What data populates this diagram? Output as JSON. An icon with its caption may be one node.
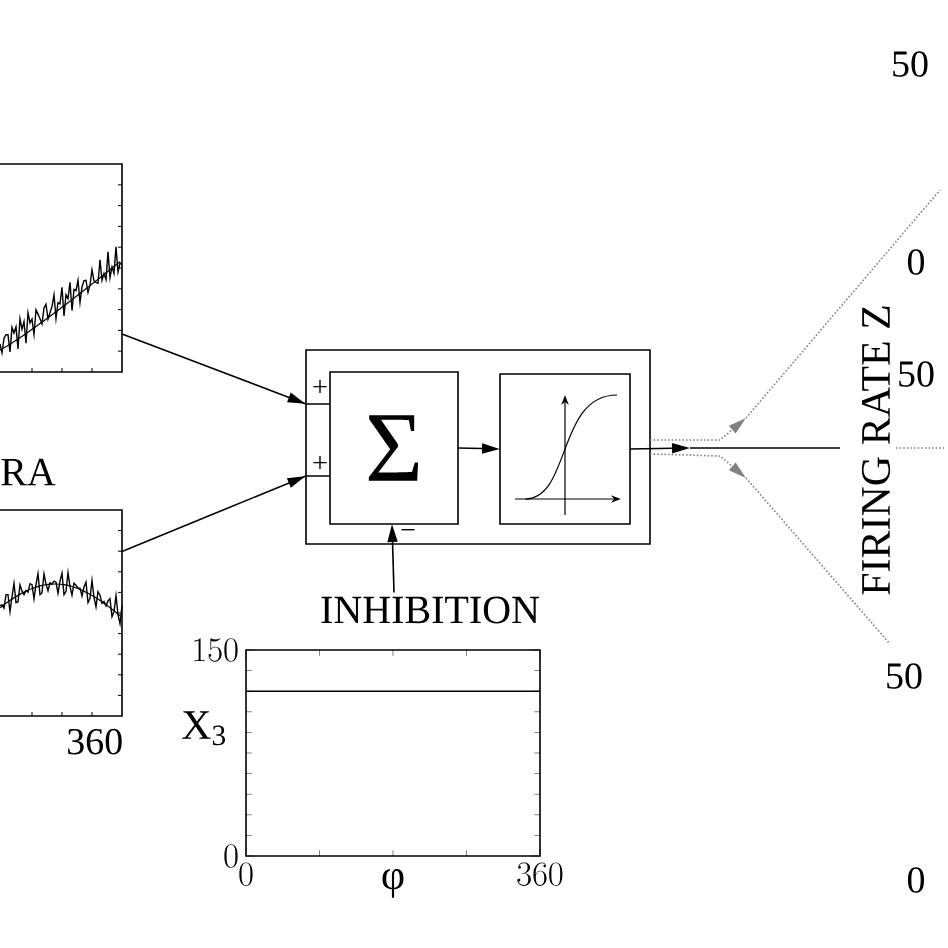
{
  "diagram": {
    "nodes": [
      {
        "text": [],
        "shape": "picture"
      },
      {
        "text": [],
        "shape": "box"
      },
      {
        "text": [
          "Σ"
        ],
        "in": 1
      },
      {
        "text": [],
        "shape": "box",
        "in": 1
      },
      {
        "text": [],
        "shape": "picture",
        "beside": [
          "360"
        ]
      },
      {
        "text": [
          "INHIBITION"
        ]
      }
    ],
    "edges": [
      {
        "from": 0,
        "to": 2,
        "arrow": "to"
      },
      {
        "from": 4,
        "to": 2,
        "arrow": "to"
      },
      {
        "from": 2,
        "to": 3,
        "arrow": "to"
      },
      {
        "from": 3,
        "to": null,
        "arrow": "to"
      },
      {
        "from": 1,
        "to": null,
        "arrow": "to",
        "style": "dashed",
        "color": "#808080"
      },
      {
        "from": 1,
        "to": null,
        "arrow": "to",
        "style": "dashed",
        "color": "#808080"
      },
      {
        "from": 5,
        "to": 2,
        "arrow": "to"
      }
    ],
    "labels": [
      "RA",
      "+",
      "+",
      "−",
      "50",
      "0",
      "50",
      "FIRING RATE Z",
      "50",
      "0"
    ],
    "chart_data": {
      "type": "line",
      "xlabel": "φ",
      "ylabel": "X$_{3}$",
      "x": [
        0,
        360
      ],
      "values": [
        120,
        120
      ],
      "xlim": [
        0,
        360
      ],
      "ylim": [
        0,
        150
      ],
      "xticks": [
        0,
        360
      ],
      "yticks": [
        0,
        150
      ]
    }
  }
}
